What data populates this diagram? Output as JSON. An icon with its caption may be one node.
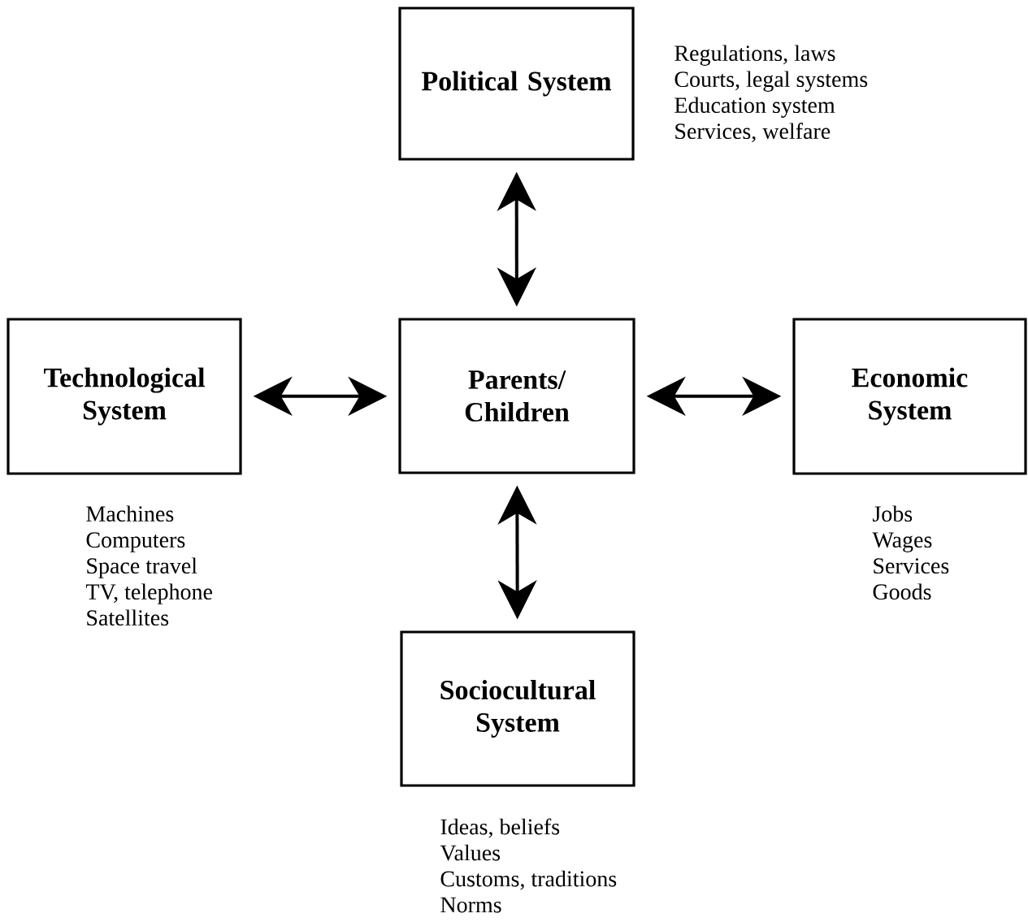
{
  "diagram": {
    "nodes": [
      {
        "text": [
          "Political System"
        ],
        "beside": [
          "Regulations, laws",
          "Courts, legal systems",
          "Education system",
          "Services, welfare"
        ]
      },
      {
        "text": [
          "Technological System"
        ],
        "beside": [
          "Machines",
          "Computers",
          "Space travel",
          "TV, telephone",
          "Satellites"
        ]
      },
      {
        "text": [
          "Parents/ Children"
        ]
      },
      {
        "text": [
          "Economic System"
        ],
        "beside": [
          "Jobs",
          "Wages",
          "Services",
          "Goods"
        ]
      },
      {
        "text": [
          "Sociocultural System"
        ],
        "beside": [
          "Ideas, beliefs",
          "Values",
          "Customs, traditions",
          "Norms"
        ]
      }
    ],
    "edges": [
      {
        "from": 2,
        "to": 0,
        "arrow": "both"
      },
      {
        "from": 2,
        "to": 1,
        "arrow": "both"
      },
      {
        "from": 2,
        "to": 3,
        "arrow": "both"
      },
      {
        "from": 2,
        "to": 4,
        "arrow": "both"
      }
    ]
  }
}
